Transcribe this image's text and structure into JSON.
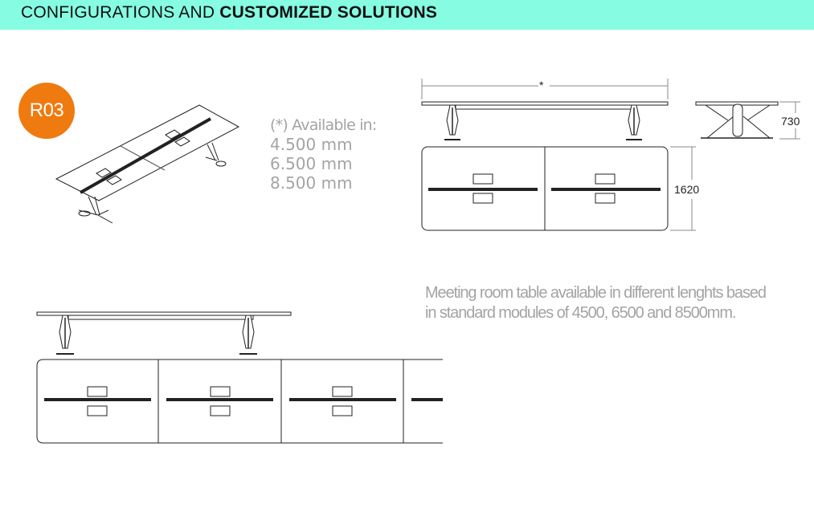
{
  "header": {
    "title_regular": "CONFIGURATIONS AND ",
    "title_bold": "CUSTOMIZED SOLUTIONS"
  },
  "badge": {
    "label": "R03"
  },
  "availability": {
    "heading": "(*)  Available in:",
    "lengths": [
      "4.500 mm",
      "6.500 mm",
      "8.500 mm"
    ]
  },
  "dimensions": {
    "length_marker": "*",
    "height": "730",
    "width": "1620"
  },
  "description": {
    "line1": "Meeting room table available in different lenghts based",
    "line2": "in standard modules of 4500, 6500 and 8500mm."
  },
  "colors": {
    "banner": "#86fde3",
    "badge": "#ef7a0f",
    "text_grey": "#a4a4a4"
  }
}
